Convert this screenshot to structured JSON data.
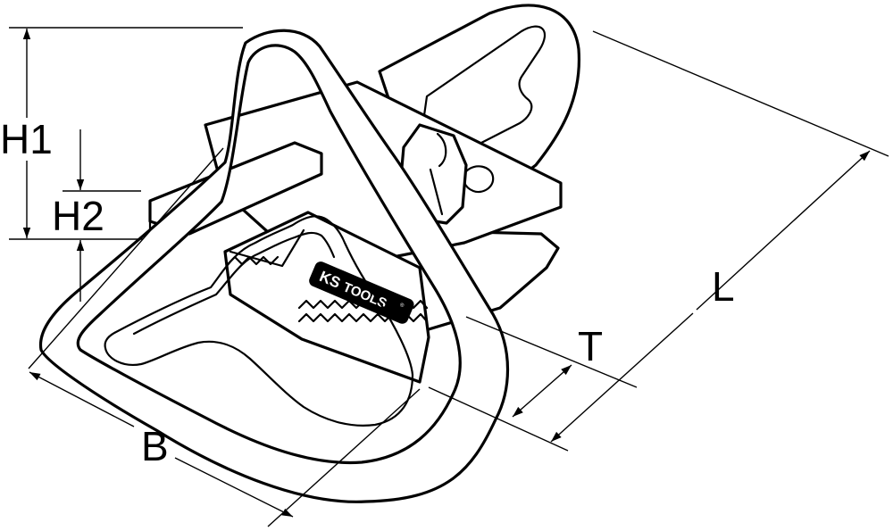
{
  "drawing": {
    "brand": {
      "prefix": "KS",
      "name": "TOOLS",
      "registered_mark": "®"
    },
    "dimensions": {
      "height_total": "H1",
      "height_jaw": "H2",
      "length": "L",
      "width": "B",
      "thickness": "T"
    },
    "colors": {
      "line": "#000000",
      "background": "#ffffff",
      "logo_fill": "#000000"
    }
  }
}
